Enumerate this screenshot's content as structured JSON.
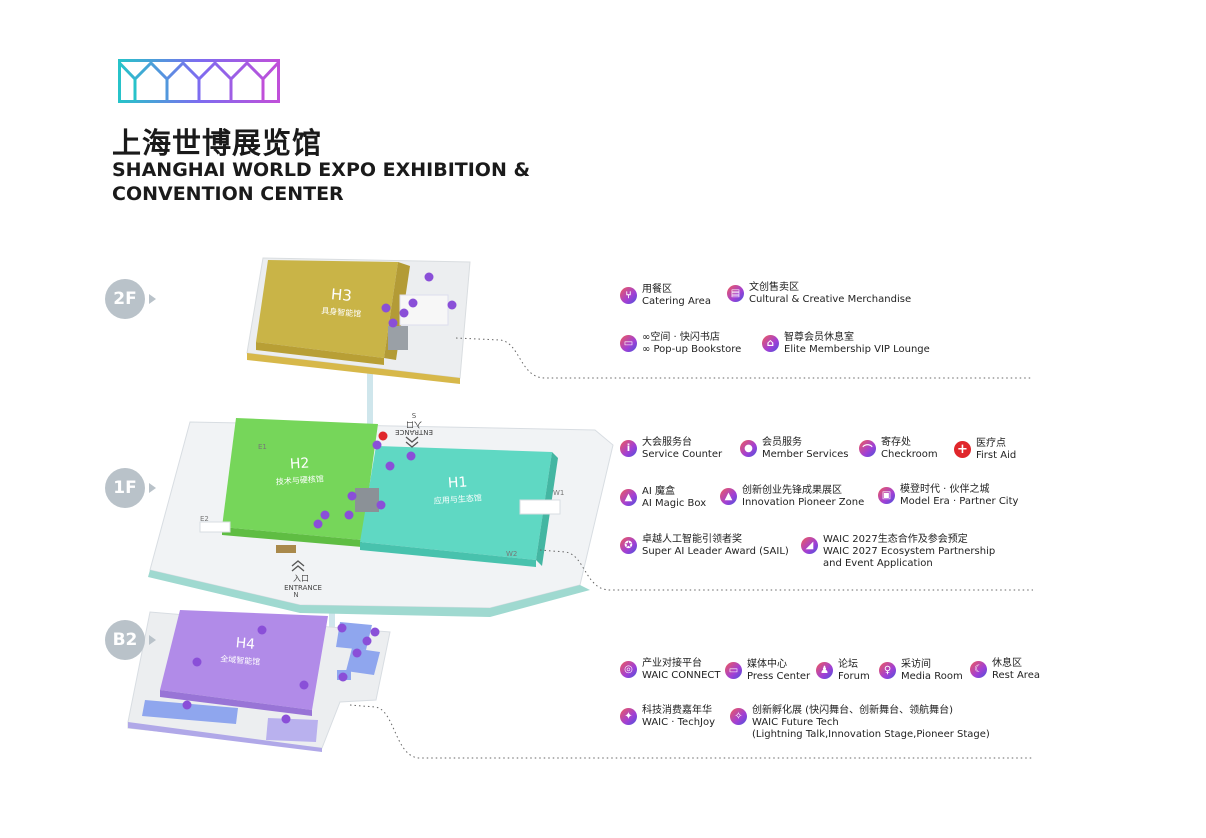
{
  "header": {
    "title_cn": "上海世博展览馆",
    "title_en_line1": "SHANGHAI WORLD EXPO EXHIBITION &",
    "title_en_line2": "CONVENTION CENTER"
  },
  "floors": {
    "f2": {
      "label": "2F",
      "hall": "H3",
      "hall_cn": "具身智能馆"
    },
    "f1": {
      "label": "1F",
      "hall_a": "H2",
      "hall_a_cn": "技术与硬核馆",
      "hall_b": "H1",
      "hall_b_cn": "应用与生态馆",
      "entrance_s_cn": "入口",
      "entrance_s_en": "ENTRANCE",
      "entrance_s_dir": "S",
      "entrance_n_cn": "入口",
      "entrance_n_en": "ENTRANCE",
      "entrance_n_dir": "N",
      "gate_e1": "E1",
      "gate_e2": "E2",
      "gate_w1": "W1",
      "gate_w2": "W2"
    },
    "b2": {
      "label": "B2",
      "hall": "H4",
      "hall_cn": "全域智能馆"
    }
  },
  "legend_2f": [
    {
      "icon": "catering-icon",
      "cn": "用餐区",
      "en": "Catering Area"
    },
    {
      "icon": "merchandise-icon",
      "cn": "文创售卖区",
      "en": "Cultural & Creative Merchandise"
    },
    {
      "icon": "bookstore-icon",
      "cn": "∞空间 · 快闪书店",
      "en": "∞ Pop-up Bookstore"
    },
    {
      "icon": "vip-lounge-icon",
      "cn": "智尊会员休息室",
      "en": "Elite Membership VIP Lounge"
    }
  ],
  "legend_1f": [
    {
      "icon": "service-counter-icon",
      "cn": "大会服务台",
      "en": "Service Counter"
    },
    {
      "icon": "member-services-icon",
      "cn": "会员服务",
      "en": "Member Services"
    },
    {
      "icon": "checkroom-icon",
      "cn": "寄存处",
      "en": "Checkroom"
    },
    {
      "icon": "first-aid-icon",
      "cn": "医疗点",
      "en": "First Aid"
    },
    {
      "icon": "magic-box-icon",
      "cn": "AI 魔盒",
      "en": "AI Magic Box"
    },
    {
      "icon": "pioneer-zone-icon",
      "cn": "创新创业先锋成果展区",
      "en": "Innovation Pioneer Zone"
    },
    {
      "icon": "partner-city-icon",
      "cn": "模登时代 · 伙伴之城",
      "en": "Model Era · Partner City"
    },
    {
      "icon": "award-icon",
      "cn": "卓越人工智能引领者奖",
      "en": "Super AI Leader Award (SAIL)"
    },
    {
      "icon": "partnership-icon",
      "cn": "WAIC 2027生态合作及参会预定",
      "en": "WAIC 2027 Ecosystem Partnership",
      "en2": "and Event Application"
    }
  ],
  "legend_b2": [
    {
      "icon": "connect-icon",
      "cn": "产业对接平台",
      "en": "WAIC CONNECT"
    },
    {
      "icon": "press-center-icon",
      "cn": "媒体中心",
      "en": "Press Center"
    },
    {
      "icon": "forum-icon",
      "cn": "论坛",
      "en": "Forum"
    },
    {
      "icon": "media-room-icon",
      "cn": "采访间",
      "en": "Media Room"
    },
    {
      "icon": "rest-area-icon",
      "cn": "休息区",
      "en": "Rest Area"
    },
    {
      "icon": "techjoy-icon",
      "cn": "科技消费嘉年华",
      "en": "WAIC · TechJoy"
    },
    {
      "icon": "future-tech-icon",
      "cn": "创新孵化展 (快闪舞台、创新舞台、领航舞台)",
      "en": "WAIC Future Tech",
      "en2": "(Lightning Talk,Innovation Stage,Pioneer Stage)"
    }
  ],
  "colors": {
    "h3": "#c9b447",
    "h2": "#76d65a",
    "h1": "#5fd8c3",
    "h4": "#b18be8",
    "badge": "#b9c2c9",
    "accent": "#7a5cf0"
  }
}
